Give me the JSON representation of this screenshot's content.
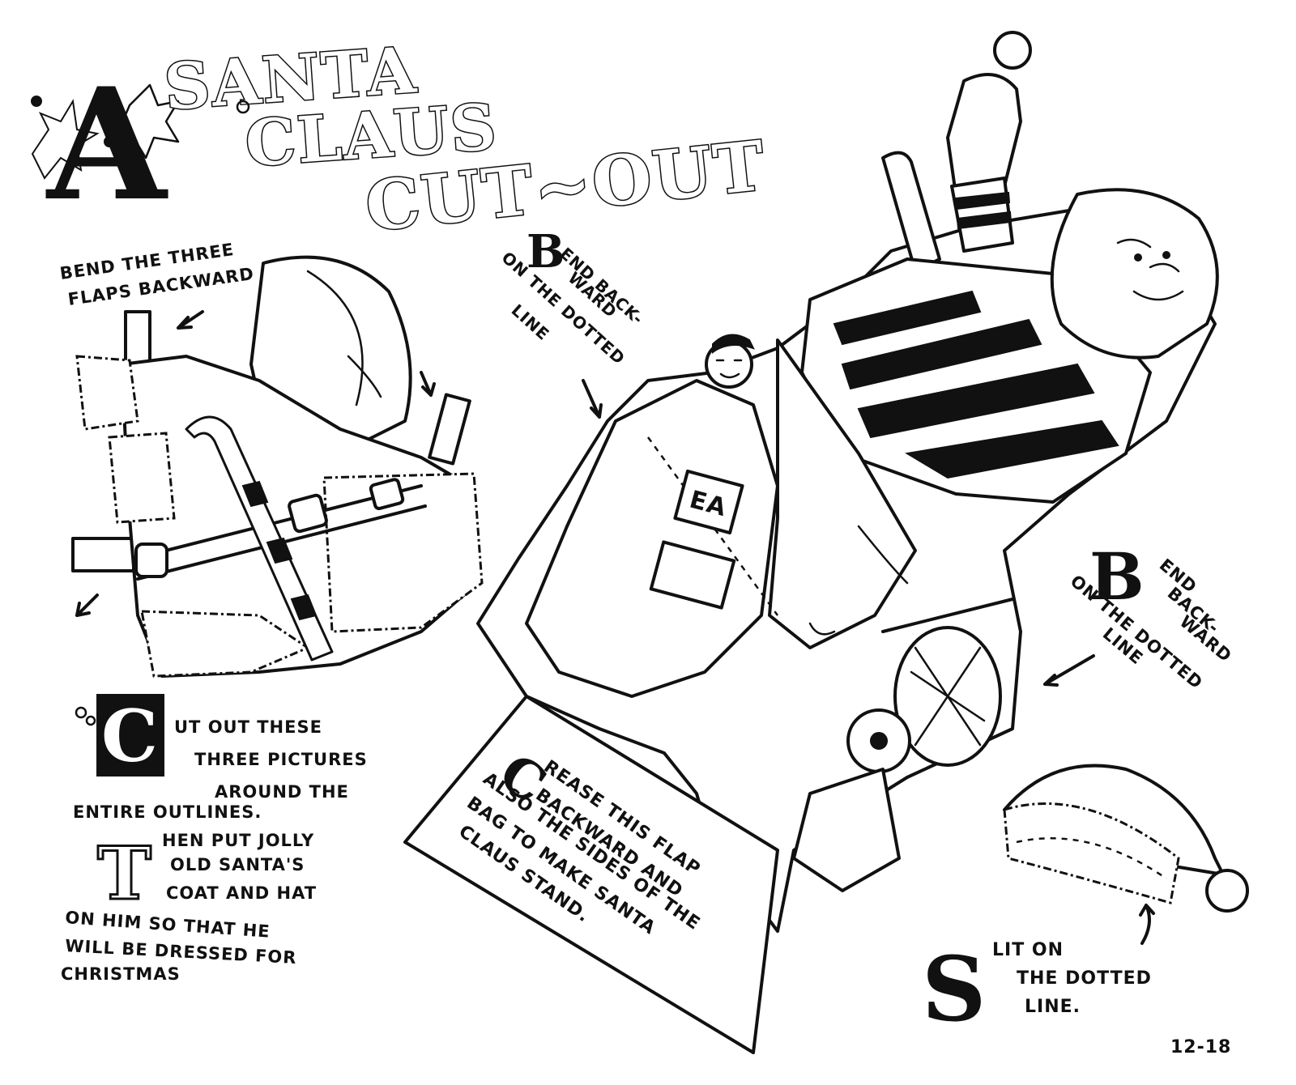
{
  "title": {
    "initial": "A",
    "line1": "SANTA",
    "line2": "CLAUS",
    "line3": "CUT~OUT"
  },
  "instructions": {
    "coat_flaps": [
      "BEND THE THREE",
      "FLAPS BACKWARD"
    ],
    "bend_top": {
      "initial": "B",
      "lines": [
        "END BACK-",
        "WARD",
        "ON THE DOTTED",
        "LINE"
      ]
    },
    "bend_right": {
      "initial": "B",
      "lines": [
        "END",
        "BACK-",
        "WARD",
        "ON THE DOTTED",
        "LINE"
      ]
    },
    "cut_out": {
      "initial": "C",
      "lines": [
        "UT OUT THESE",
        "THREE PICTURES",
        "AROUND THE",
        "ENTIRE OUTLINES."
      ],
      "then_initial": "T",
      "then_lines": [
        "HEN PUT JOLLY",
        "OLD SANTA'S",
        "COAT AND HAT",
        "ON HIM SO THAT HE",
        "WILL BE DRESSED FOR",
        "CHRISTMAS"
      ]
    },
    "crease": {
      "initial": "C",
      "lines": [
        "REASE THIS FLAP",
        "BACKWARD AND",
        "ALSO THE SIDES OF THE",
        "BAG TO MAKE SANTA",
        "CLAUS STAND."
      ]
    },
    "slit": {
      "initial": "S",
      "lines": [
        "LIT ON",
        "THE DOTTED",
        "LINE."
      ]
    }
  },
  "box_label": "EA",
  "date_code": "12-18"
}
